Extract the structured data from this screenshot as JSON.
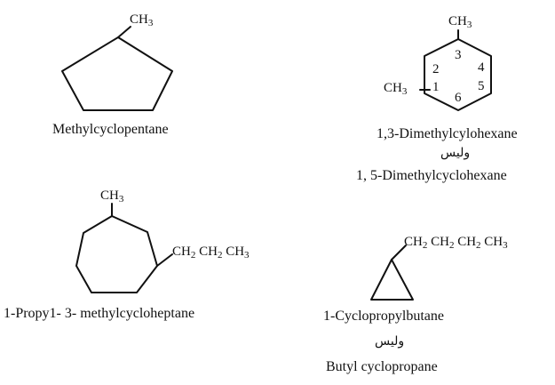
{
  "molecules": {
    "methylcyclopentane": {
      "group": "CH",
      "group_sub": "3",
      "name": "Methylcyclopentane"
    },
    "dimethylcyclohexane": {
      "group_top": "CH",
      "group_top_sub": "3",
      "group_left": "CH",
      "group_left_sub": "3",
      "ring_numbers": [
        "1",
        "2",
        "3",
        "4",
        "5",
        "6"
      ],
      "name": "1,3-Dimethylcylohexane",
      "connector": "وليس",
      "alt_name": "1, 5-Dimethylcyclohexane"
    },
    "propylmethylcycloheptane": {
      "group_top": "CH",
      "group_top_sub": "3",
      "chain": [
        "CH",
        "2",
        "CH",
        "2",
        "CH",
        "3"
      ],
      "name": "1-Propy1- 3- methylcycloheptane"
    },
    "cyclopropylbutane": {
      "chain": [
        "CH",
        "2",
        "CH",
        "2",
        "CH",
        "2",
        "CH",
        "3"
      ],
      "name": "1-Cyclopropylbutane",
      "connector": "وليس",
      "alt_name": "Butyl cyclopropane"
    }
  }
}
